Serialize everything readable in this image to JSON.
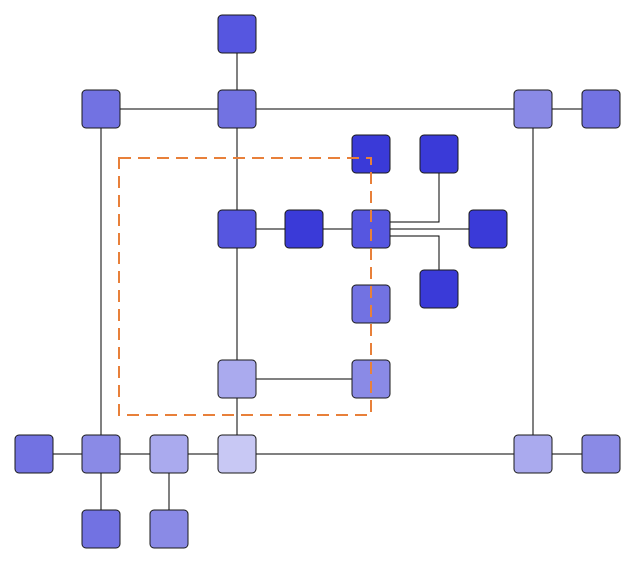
{
  "colors": {
    "background": "#ffffff",
    "edge": "#000000",
    "selection": "#e8803a",
    "shade_1": "#3a3ad8",
    "shade_2": "#5656e0",
    "shade_3": "#7272e2",
    "shade_4": "#8a8ae6",
    "shade_5": "#aaaaee",
    "shade_6": "#c8c8f4"
  },
  "diagram": {
    "nodes": [
      {
        "id": "n-top",
        "shade": "shade_2"
      },
      {
        "id": "n-hub-top",
        "shade": "shade_3"
      },
      {
        "id": "n-topleft",
        "shade": "shade_3"
      },
      {
        "id": "n-topright",
        "shade": "shade_4"
      },
      {
        "id": "n-topright-leaf",
        "shade": "shade_3"
      },
      {
        "id": "n-dark-a",
        "shade": "shade_1"
      },
      {
        "id": "n-dark-b",
        "shade": "shade_1"
      },
      {
        "id": "n-mid-left",
        "shade": "shade_2"
      },
      {
        "id": "n-mid-dark",
        "shade": "shade_1"
      },
      {
        "id": "n-center",
        "shade": "shade_2"
      },
      {
        "id": "n-right-dark",
        "shade": "shade_1"
      },
      {
        "id": "n-low-dark",
        "shade": "shade_1"
      },
      {
        "id": "n-center-below",
        "shade": "shade_3"
      },
      {
        "id": "n-lower-left",
        "shade": "shade_5"
      },
      {
        "id": "n-lower-mid",
        "shade": "shade_4"
      },
      {
        "id": "n-bottom-far-left",
        "shade": "shade_3"
      },
      {
        "id": "n-bottom-left",
        "shade": "shade_4"
      },
      {
        "id": "n-bottom-b",
        "shade": "shade_5"
      },
      {
        "id": "n-bottom-c",
        "shade": "shade_6"
      },
      {
        "id": "n-bottom-right",
        "shade": "shade_5"
      },
      {
        "id": "n-bottom-right-leaf",
        "shade": "shade_4"
      },
      {
        "id": "n-leaf-1",
        "shade": "shade_3"
      },
      {
        "id": "n-leaf-2",
        "shade": "shade_4"
      }
    ],
    "edges": [
      [
        "n-top",
        "n-hub-top"
      ],
      [
        "n-topleft",
        "n-hub-top"
      ],
      [
        "n-hub-top",
        "n-topright"
      ],
      [
        "n-topright",
        "n-topright-leaf"
      ],
      [
        "n-hub-top",
        "n-mid-left"
      ],
      [
        "n-mid-left",
        "n-mid-dark"
      ],
      [
        "n-mid-dark",
        "n-center"
      ],
      [
        "n-center",
        "n-right-dark"
      ],
      [
        "n-center",
        "n-dark-b"
      ],
      [
        "n-center",
        "n-low-dark"
      ],
      [
        "n-mid-left",
        "n-lower-left"
      ],
      [
        "n-lower-left",
        "n-lower-mid"
      ],
      [
        "n-lower-left",
        "n-bottom-c"
      ],
      [
        "n-topleft",
        "n-bottom-left"
      ],
      [
        "n-bottom-far-left",
        "n-bottom-left"
      ],
      [
        "n-bottom-left",
        "n-bottom-b"
      ],
      [
        "n-bottom-b",
        "n-bottom-c"
      ],
      [
        "n-bottom-c",
        "n-bottom-right"
      ],
      [
        "n-bottom-right",
        "n-bottom-right-leaf"
      ],
      [
        "n-topright",
        "n-bottom-right"
      ],
      [
        "n-bottom-left",
        "n-leaf-1"
      ],
      [
        "n-bottom-b",
        "n-leaf-2"
      ]
    ]
  }
}
